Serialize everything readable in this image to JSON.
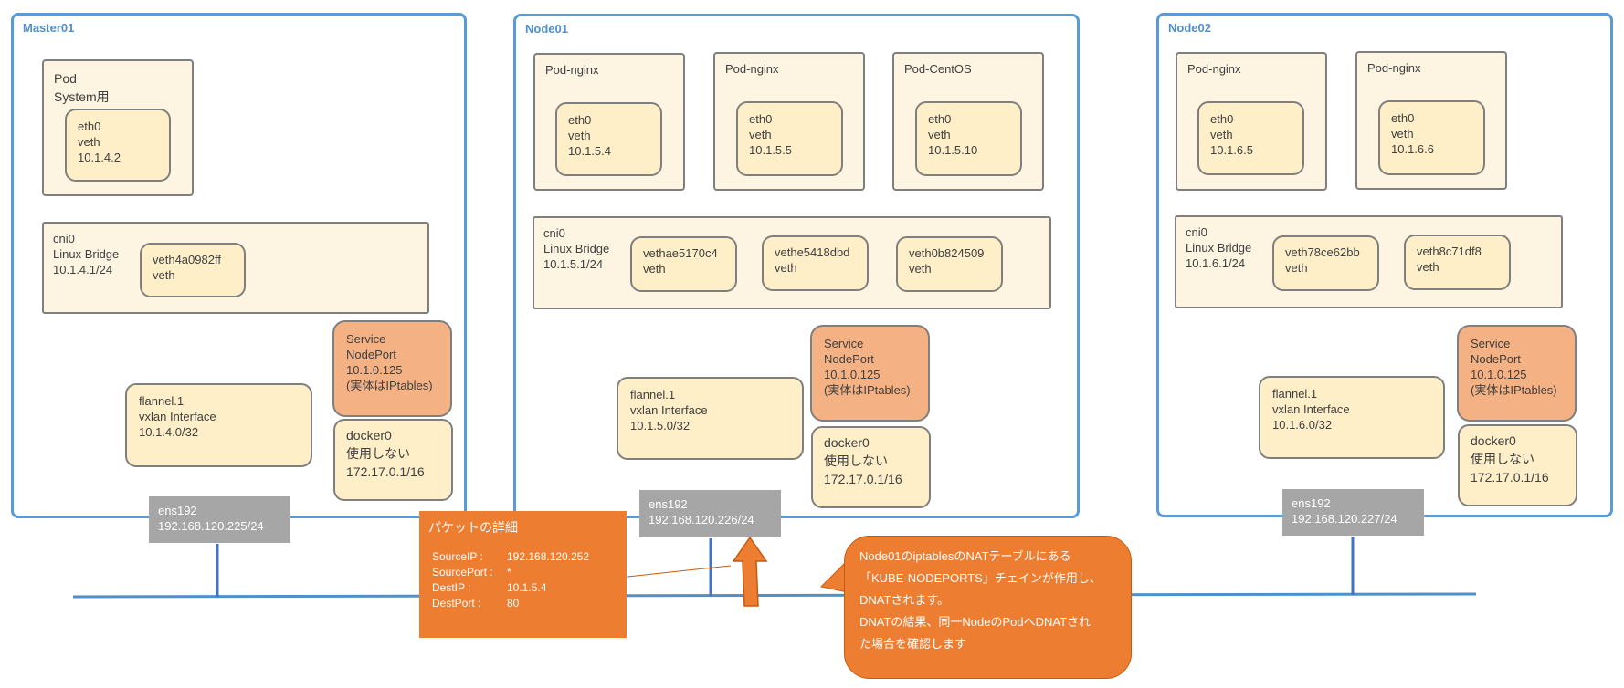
{
  "hosts": {
    "master01": {
      "title": "Master01",
      "pod": {
        "lines": [
          "Pod",
          "System用"
        ]
      },
      "pod_eth0": [
        "eth0",
        "veth",
        "10.1.4.2"
      ],
      "cni0": [
        "cni0",
        "Linux Bridge",
        "10.1.4.1/24"
      ],
      "veth": [
        "veth4a0982ff",
        "veth"
      ],
      "service": [
        "Service",
        "NodePort",
        "10.1.0.125",
        "(実体はIPtables)"
      ],
      "docker0": [
        "docker0",
        "使用しない",
        "172.17.0.1/16"
      ],
      "flannel": [
        "flannel.1",
        "vxlan Interface",
        "10.1.4.0/32"
      ],
      "ens192": [
        "ens192",
        "192.168.120.225/24"
      ]
    },
    "node01": {
      "title": "Node01",
      "pods": [
        {
          "title": "Pod-nginx",
          "eth0": [
            "eth0",
            "veth",
            "10.1.5.4"
          ]
        },
        {
          "title": "Pod-nginx",
          "eth0": [
            "eth0",
            "veth",
            "10.1.5.5"
          ]
        },
        {
          "title": "Pod-CentOS",
          "eth0": [
            "eth0",
            "veth",
            "10.1.5.10"
          ]
        }
      ],
      "cni0": [
        "cni0",
        "Linux Bridge",
        "10.1.5.1/24"
      ],
      "veths": [
        [
          "vethae5170c4",
          "veth"
        ],
        [
          "vethe5418dbd",
          "veth"
        ],
        [
          "veth0b824509",
          "veth"
        ]
      ],
      "service": [
        "Service",
        "NodePort",
        "10.1.0.125",
        "(実体はIPtables)"
      ],
      "docker0": [
        "docker0",
        "使用しない",
        "172.17.0.1/16"
      ],
      "flannel": [
        "flannel.1",
        "vxlan Interface",
        "10.1.5.0/32"
      ],
      "ens192": [
        "ens192",
        "192.168.120.226/24"
      ]
    },
    "node02": {
      "title": "Node02",
      "pods": [
        {
          "title": "Pod-nginx",
          "eth0": [
            "eth0",
            "veth",
            "10.1.6.5"
          ]
        },
        {
          "title": "Pod-nginx",
          "eth0": [
            "eth0",
            "veth",
            "10.1.6.6"
          ]
        }
      ],
      "cni0": [
        "cni0",
        "Linux Bridge",
        "10.1.6.1/24"
      ],
      "veths": [
        [
          "veth78ce62bb",
          "veth"
        ],
        [
          "veth8c71df8",
          "veth"
        ]
      ],
      "service": [
        "Service",
        "NodePort",
        "10.1.0.125",
        "(実体はIPtables)"
      ],
      "docker0": [
        "docker0",
        "使用しない",
        "172.17.0.1/16"
      ],
      "flannel": [
        "flannel.1",
        "vxlan Interface",
        "10.1.6.0/32"
      ],
      "ens192": [
        "ens192",
        "192.168.120.227/24"
      ]
    }
  },
  "packet": {
    "title": "パケットの詳細",
    "rows": [
      {
        "key": "SourceIP :",
        "value": "192.168.120.252"
      },
      {
        "key": "SourcePort :",
        "value": "*"
      },
      {
        "key": "DestIP :",
        "value": "10.1.5.4"
      },
      {
        "key": "DestPort :",
        "value": "80"
      }
    ]
  },
  "callout": {
    "lines": [
      "Node01のiptablesのNATテーブルにある",
      "「KUBE-NODEPORTS」チェインが作用し、",
      "DNATされます。",
      "DNATの結果、同一NodeのPodへDNATされ",
      "た場合を確認します"
    ]
  },
  "colors": {
    "host_border": "#5b9bd5",
    "wire": "#4472c4",
    "accent_orange": "#ed7d31",
    "service_fill": "#f4b183",
    "gray_fill": "#a6a6a6"
  }
}
